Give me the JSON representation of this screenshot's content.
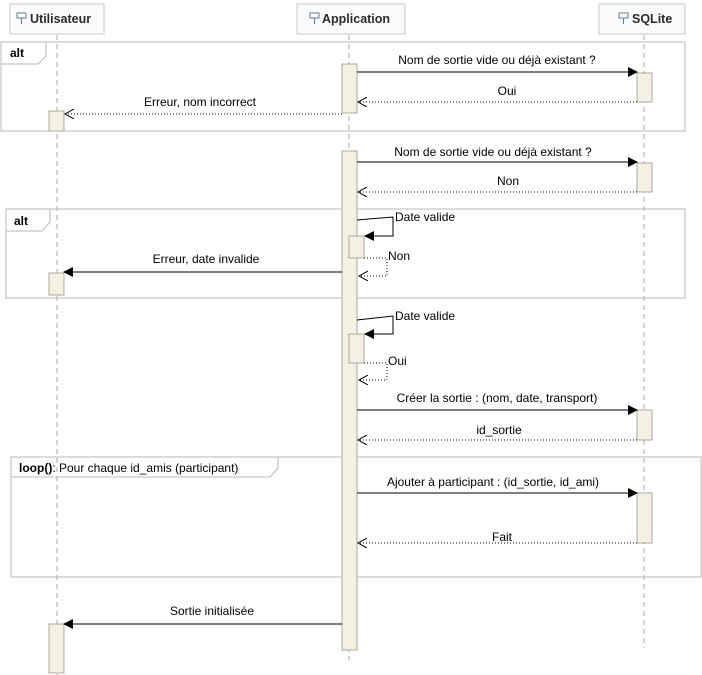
{
  "participants": {
    "user": "Utilisateur",
    "app": "Application",
    "db": "SQLite"
  },
  "fragments": {
    "alt1": "alt",
    "alt2": "alt",
    "loop_keyword": "loop()",
    "loop_condition": ": Pour chaque id_amis (participant)"
  },
  "messages": {
    "m1": "Nom de sortie vide ou déjà existant ?",
    "m2": "Oui",
    "m3": "Erreur, nom incorrect",
    "m4": "Nom de sortie vide ou déjà existant ?",
    "m5": "Non",
    "m6": "Date valide",
    "m7": "Non",
    "m8": "Erreur, date invalide",
    "m9": "Date valide",
    "m10": "Oui",
    "m11": "Créer la sortie : (nom, date, transport)",
    "m12": "id_sortie",
    "m13": "Ajouter à participant : (id_sortie, id_ami)",
    "m14": "Fait",
    "m15": "Sortie initialisée"
  },
  "colors": {
    "frame_border": "#b8b8b8",
    "lifeline": "#a8a8a8",
    "activation_fill": "#f4f0e4",
    "activation_border": "#b0a896",
    "arrow": "#000000",
    "header_fill": "#fbfbfb"
  }
}
